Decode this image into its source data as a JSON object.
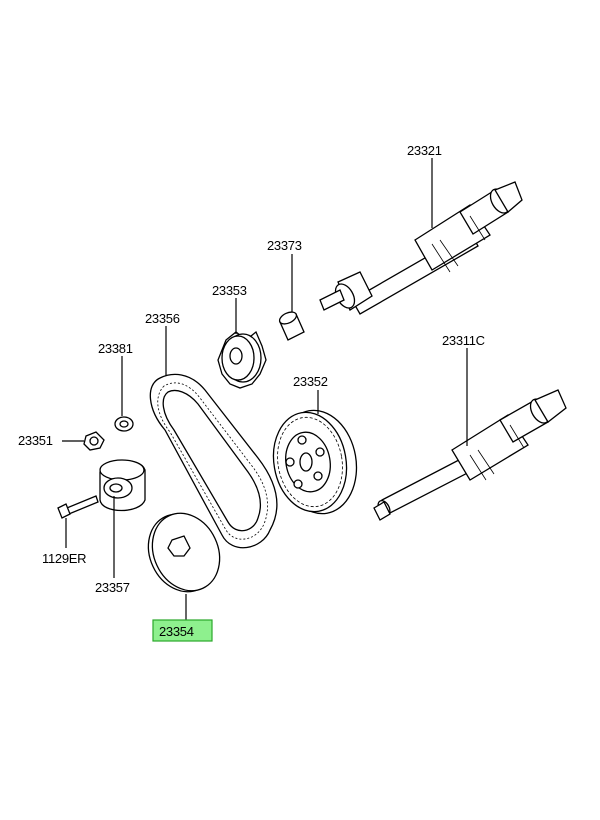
{
  "diagram": {
    "highlight_color": "#8ef08e",
    "parts": [
      {
        "id": "shaft-upper",
        "number": "23321"
      },
      {
        "id": "bushing",
        "number": "23373"
      },
      {
        "id": "small-sprocket",
        "number": "23353"
      },
      {
        "id": "timing-belt",
        "number": "23356"
      },
      {
        "id": "large-sprocket",
        "number": "23352"
      },
      {
        "id": "shaft-lower",
        "number": "23311C"
      },
      {
        "id": "nut",
        "number": "23381"
      },
      {
        "id": "bolt",
        "number": "23351"
      },
      {
        "id": "tensioner-pulley",
        "number": "23357"
      },
      {
        "id": "tensioner-bolt",
        "number": "1129ER"
      },
      {
        "id": "washer-plate",
        "number": "23354",
        "highlighted": true
      }
    ]
  }
}
